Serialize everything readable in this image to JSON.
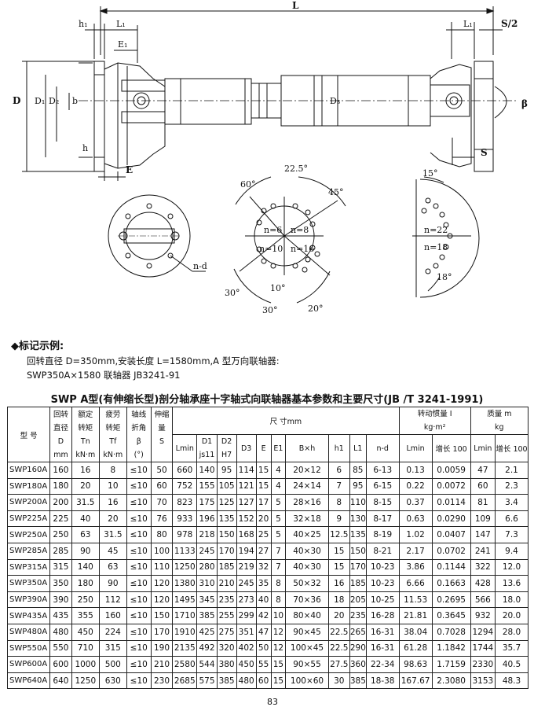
{
  "drawing": {
    "labels": {
      "L": "L",
      "L1": "L₁",
      "S2": "S/2",
      "h1": "h₁",
      "E1": "E₁",
      "D": "D",
      "D1": "D₁",
      "D2": "D₂",
      "b": "b",
      "h": "h",
      "E": "E",
      "D3": "D₃",
      "S": "S",
      "beta": "β",
      "nd": "n-d"
    },
    "angles": {
      "a225": "22.5°",
      "a60": "60°",
      "a45": "45°",
      "a30a": "30°",
      "a10": "10°",
      "a30b": "30°",
      "a20": "20°",
      "a15": "15°",
      "a18": "18°"
    },
    "holes": {
      "n6": "n=6",
      "n8": "n=8",
      "n10": "n=10",
      "n16": "n=16",
      "n22": "n=22",
      "n18": "n=18"
    }
  },
  "notes": {
    "heading": "◆标记示例:",
    "line1": "回转直径 D=350mm,安装长度 L=1580mm,A 型万向联轴器:",
    "line2": "SWP350A×1580 联轴器 JB3241-91"
  },
  "table": {
    "title": "SWP A型(有伸缩长型)剖分轴承座十字轴式向联轴器基本参数和主要尺寸(JB /T 3241-1991)",
    "header": {
      "model": "型  号",
      "d_top": "回转",
      "d_mid": "直径",
      "d_sym": "D",
      "d_unit": "mm",
      "tn_top": "额定",
      "tn_mid": "转矩",
      "tn_sym": "Tn",
      "tn_unit": "kN·m",
      "tf_top": "疲劳",
      "tf_mid": "转矩",
      "tf_sym": "Tf",
      "tf_unit": "kN·m",
      "beta_top": "轴线",
      "beta_mid": "折角",
      "beta_sym": "β",
      "beta_unit": "(°)",
      "s_top": "伸缩",
      "s_mid": "量",
      "s_sym": "S",
      "dims": "尺      寸mm",
      "lmin": "Lmin",
      "d1": "D1",
      "d1_sub": "js11",
      "d2": "D2",
      "d2_sub": "H7",
      "d3": "D3",
      "e": "E",
      "e1": "E1",
      "bxh": "B×h",
      "h1": "h1",
      "l1": "L1",
      "nd": "n-d",
      "inertia": "转动惯量 I",
      "inertia_unit": "kg·m²",
      "inertia_lmin": "Lmin",
      "inertia_inc": "增长 100",
      "mass": "质量 m",
      "mass_unit": "kg",
      "mass_lmin": "Lmin",
      "mass_inc": "增长 100"
    },
    "rows": [
      [
        "SWP160A",
        "160",
        "16",
        "8",
        "≤10",
        "50",
        "660",
        "140",
        "95",
        "114",
        "15",
        "4",
        "20×12",
        "6",
        "85",
        "6-13",
        "0.13",
        "0.0059",
        "47",
        "2.1"
      ],
      [
        "SWP180A",
        "180",
        "20",
        "10",
        "≤10",
        "60",
        "752",
        "155",
        "105",
        "121",
        "15",
        "4",
        "24×14",
        "7",
        "95",
        "6-15",
        "0.22",
        "0.0072",
        "60",
        "2.3"
      ],
      [
        "SWP200A",
        "200",
        "31.5",
        "16",
        "≤10",
        "70",
        "823",
        "175",
        "125",
        "127",
        "17",
        "5",
        "28×16",
        "8",
        "110",
        "8-15",
        "0.37",
        "0.0114",
        "81",
        "3.4"
      ],
      [
        "SWP225A",
        "225",
        "40",
        "20",
        "≤10",
        "76",
        "933",
        "196",
        "135",
        "152",
        "20",
        "5",
        "32×18",
        "9",
        "130",
        "8-17",
        "0.63",
        "0.0290",
        "109",
        "6.6"
      ],
      [
        "SWP250A",
        "250",
        "63",
        "31.5",
        "≤10",
        "80",
        "978",
        "218",
        "150",
        "168",
        "25",
        "5",
        "40×25",
        "12.5",
        "135",
        "8-19",
        "1.02",
        "0.0407",
        "147",
        "7.3"
      ],
      [
        "SWP285A",
        "285",
        "90",
        "45",
        "≤10",
        "100",
        "1133",
        "245",
        "170",
        "194",
        "27",
        "7",
        "40×30",
        "15",
        "150",
        "8-21",
        "2.17",
        "0.0702",
        "241",
        "9.4"
      ],
      [
        "SWP315A",
        "315",
        "140",
        "63",
        "≤10",
        "110",
        "1250",
        "280",
        "185",
        "219",
        "32",
        "7",
        "40×30",
        "15",
        "170",
        "10-23",
        "3.86",
        "0.1144",
        "322",
        "12.0"
      ],
      [
        "SWP350A",
        "350",
        "180",
        "90",
        "≤10",
        "120",
        "1380",
        "310",
        "210",
        "245",
        "35",
        "8",
        "50×32",
        "16",
        "185",
        "10-23",
        "6.66",
        "0.1663",
        "428",
        "13.6"
      ],
      [
        "SWP390A",
        "390",
        "250",
        "112",
        "≤10",
        "120",
        "1495",
        "345",
        "235",
        "273",
        "40",
        "8",
        "70×36",
        "18",
        "205",
        "10-25",
        "11.53",
        "0.2695",
        "566",
        "18.0"
      ],
      [
        "SWP435A",
        "435",
        "355",
        "160",
        "≤10",
        "150",
        "1710",
        "385",
        "255",
        "299",
        "42",
        "10",
        "80×40",
        "20",
        "235",
        "16-28",
        "21.81",
        "0.3645",
        "932",
        "20.0"
      ],
      [
        "SWP480A",
        "480",
        "450",
        "224",
        "≤10",
        "170",
        "1910",
        "425",
        "275",
        "351",
        "47",
        "12",
        "90×45",
        "22.5",
        "265",
        "16-31",
        "38.04",
        "0.7028",
        "1294",
        "28.0"
      ],
      [
        "SWP550A",
        "550",
        "710",
        "315",
        "≤10",
        "190",
        "2135",
        "492",
        "320",
        "402",
        "50",
        "12",
        "100×45",
        "22.5",
        "290",
        "16-31",
        "61.28",
        "1.1842",
        "1744",
        "35.7"
      ],
      [
        "SWP600A",
        "600",
        "1000",
        "500",
        "≤10",
        "210",
        "2580",
        "544",
        "380",
        "450",
        "55",
        "15",
        "90×55",
        "27.5",
        "360",
        "22-34",
        "98.63",
        "1.7159",
        "2330",
        "40.5"
      ],
      [
        "SWP640A",
        "640",
        "1250",
        "630",
        "≤10",
        "230",
        "2685",
        "575",
        "385",
        "480",
        "60",
        "15",
        "100×60",
        "30",
        "385",
        "18-38",
        "167.67",
        "2.3080",
        "3153",
        "48.3"
      ]
    ]
  },
  "page_number": "83"
}
